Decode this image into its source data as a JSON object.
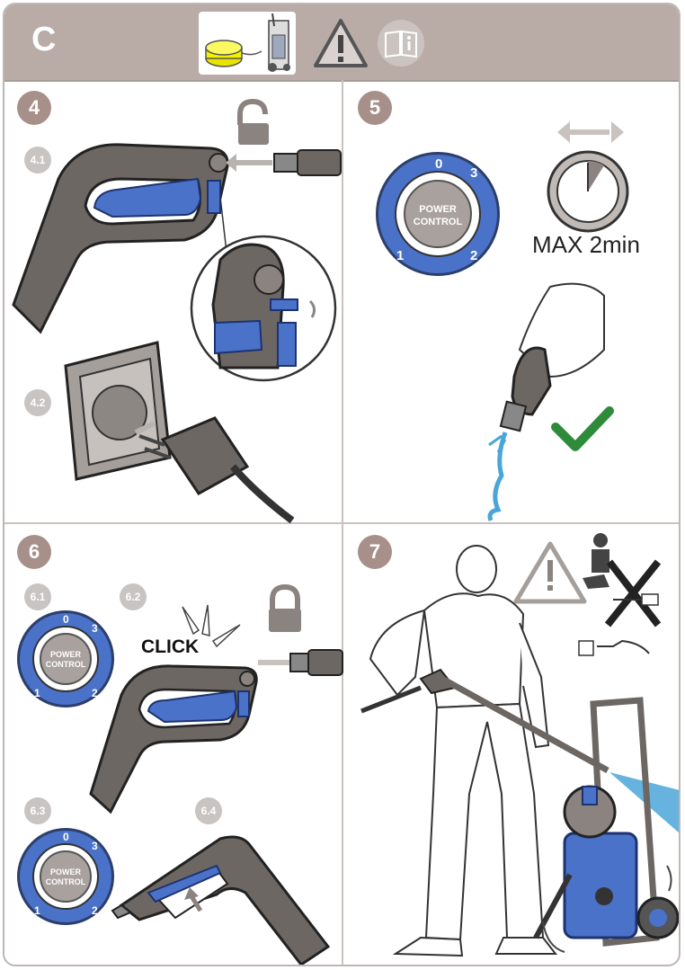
{
  "header": {
    "section": "C",
    "icons": [
      "machine-thumbnail-icon",
      "warning-icon",
      "manual-book-icon"
    ]
  },
  "steps": {
    "s4": {
      "num": "4",
      "sub1": "4.1",
      "sub2": "4.2"
    },
    "s5": {
      "num": "5",
      "max": "MAX 2min"
    },
    "s6": {
      "num": "6",
      "sub1": "6.1",
      "sub2": "6.2",
      "sub3": "6.3",
      "sub4": "6.4",
      "click": "CLICK"
    },
    "s7": {
      "num": "7"
    }
  },
  "dial": {
    "line1": "POWER",
    "line2": "CONTROL",
    "n0": "0",
    "n1": "1",
    "n2": "2",
    "n3": "3"
  },
  "colors": {
    "header": "#b9aca7",
    "step": "#a8908a",
    "accent": "#4a72c8",
    "check": "#2e8b3a",
    "water": "#4aa6d8"
  }
}
